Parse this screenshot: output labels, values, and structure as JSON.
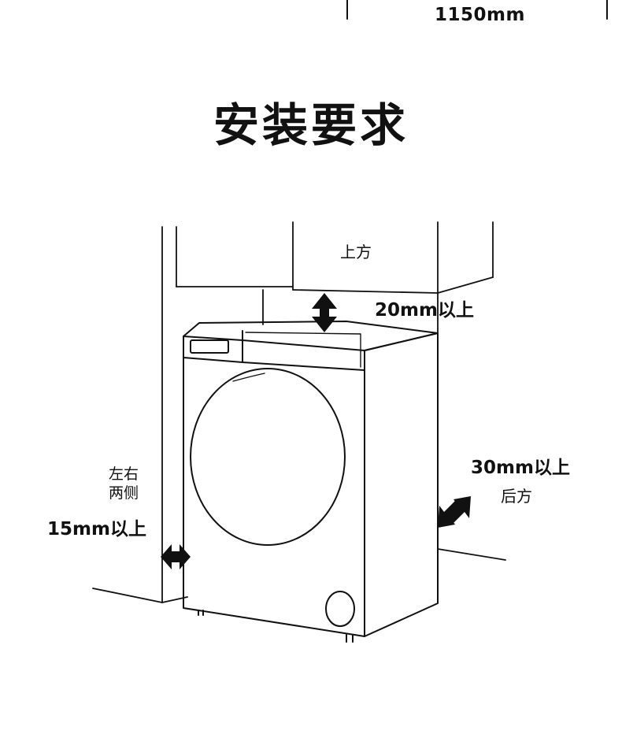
{
  "dimension_top": "1150mm",
  "title": "安装要求",
  "labels": {
    "above": "上方",
    "top_gap": "20mm以上",
    "sides_line1": "左右",
    "sides_line2": "两侧",
    "side_gap": "15mm以上",
    "back_gap": "30mm以上",
    "back": "后方"
  },
  "colors": {
    "line": "#111111",
    "background": "#ffffff"
  }
}
